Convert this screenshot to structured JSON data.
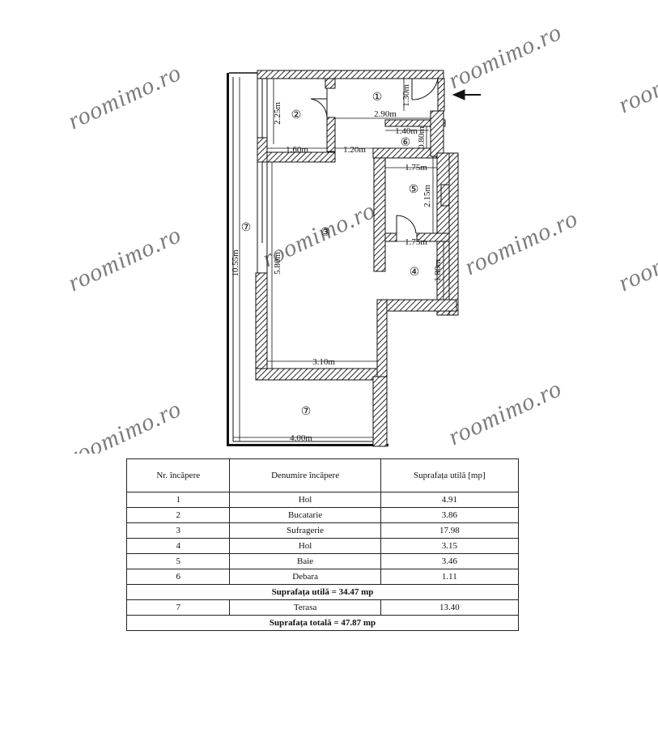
{
  "watermark": "roomimo.ro",
  "plan": {
    "entry_arrow_icon": "arrow-left-icon",
    "rooms": [
      {
        "id": "1",
        "label": "①"
      },
      {
        "id": "2",
        "label": "②"
      },
      {
        "id": "3",
        "label": "③"
      },
      {
        "id": "4",
        "label": "④"
      },
      {
        "id": "5",
        "label": "⑤"
      },
      {
        "id": "6",
        "label": "⑥"
      },
      {
        "id": "7a",
        "label": "⑦"
      },
      {
        "id": "7b",
        "label": "⑦"
      }
    ],
    "dimensions": {
      "d_2_25": "2.25m",
      "d_1_30": "1.30m",
      "d_2_90": "2.90m",
      "d_1_40": "1.40m",
      "d_0_80": "0.80m",
      "d_1_60": "1.60m",
      "d_1_20": "1.20m",
      "d_1_75a": "1.75m",
      "d_2_15": "2.15m",
      "d_1_75b": "1.75m",
      "d_1_80": "1.80m",
      "d_5_80": "5.80m",
      "d_10_55": "10.55m",
      "d_3_10": "3.10m",
      "d_4_00": "4.00m"
    }
  },
  "table": {
    "headers": [
      "Nr. încăpere",
      "Denumire încăpere",
      "Suprafața utilă [mp]"
    ],
    "rows": [
      {
        "nr": "1",
        "name": "Hol",
        "area": "4.91"
      },
      {
        "nr": "2",
        "name": "Bucatarie",
        "area": "3.86"
      },
      {
        "nr": "3",
        "name": "Sufragerie",
        "area": "17.98"
      },
      {
        "nr": "4",
        "name": "Hol",
        "area": "3.15"
      },
      {
        "nr": "5",
        "name": "Baie",
        "area": "3.46"
      },
      {
        "nr": "6",
        "name": "Debara",
        "area": "1.11"
      }
    ],
    "subtotal": "Suprafața utilă = 34.47 mp",
    "terrace": {
      "nr": "7",
      "name": "Terasa",
      "area": "13.40"
    },
    "total": "Suprafața totală = 47.87 mp"
  }
}
